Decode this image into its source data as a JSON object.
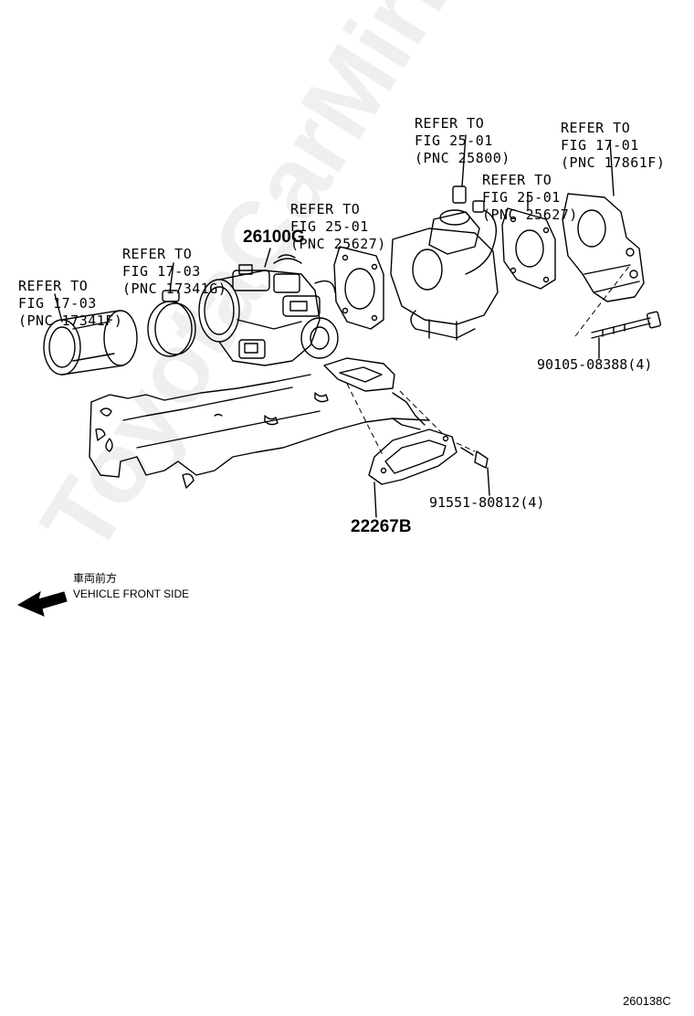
{
  "refs": {
    "hose": [
      "REFER TO",
      "FIG 17-03",
      "(PNC 17341F)"
    ],
    "clamp": [
      "REFER TO",
      "FIG 17-03",
      "(PNC 17341G)"
    ],
    "gasket_a": [
      "REFER TO",
      "FIG 25-01",
      "(PNC 25627)"
    ],
    "egr_valve": [
      "REFER TO",
      "FIG 25-01",
      "(PNC 25800)"
    ],
    "gasket_b": [
      "REFER TO",
      "FIG 25-01",
      "(PNC 25627)"
    ],
    "manifold": [
      "REFER TO",
      "FIG 17-01",
      "(PNC 17861F)"
    ]
  },
  "parts": {
    "throttle_body": "26100G",
    "bolt": "90105-08388(4)",
    "screw": "91551-80812(4)",
    "gasket": "22267B"
  },
  "direction": {
    "japanese": "車両前方",
    "english": "VEHICLE FRONT SIDE",
    "icon": "arrow-left-icon"
  },
  "figure_code": "260138C",
  "watermark": "ToyotaCarMirror"
}
